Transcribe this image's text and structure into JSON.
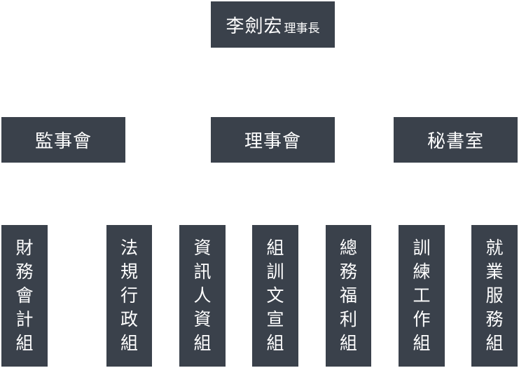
{
  "top": {
    "name": "李劍宏",
    "title": "理事長"
  },
  "level2": [
    {
      "id": "supervisors",
      "label": "監事會"
    },
    {
      "id": "board",
      "label": "理事會"
    },
    {
      "id": "secretariat",
      "label": "秘書室"
    }
  ],
  "level3": [
    {
      "id": "finance",
      "label": "財務會計組"
    },
    {
      "id": "legal-admin",
      "label": "法規行政組"
    },
    {
      "id": "info-hr",
      "label": "資訊人資組"
    },
    {
      "id": "training-promo",
      "label": "組訓文宣組"
    },
    {
      "id": "welfare",
      "label": "總務福利組"
    },
    {
      "id": "training-work",
      "label": "訓練工作組"
    },
    {
      "id": "employment",
      "label": "就業服務組"
    }
  ],
  "colors": {
    "box": "#3a414b",
    "text": "#ffffff",
    "background": "#ffffff"
  }
}
